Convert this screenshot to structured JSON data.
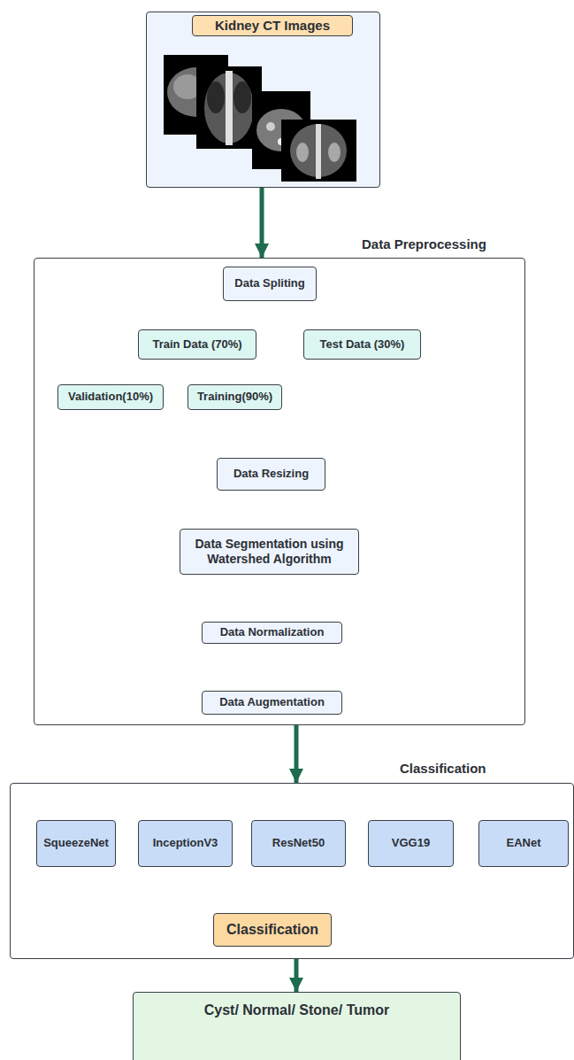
{
  "diagram": {
    "nodes": [
      {
        "text": [
          "Kidney CT Images"
        ]
      },
      {
        "text": [
          "Data Preprocessing"
        ]
      },
      {
        "text": [
          "Data Spliting"
        ],
        "in": 1
      },
      {
        "text": [
          "Train Data (70%)"
        ],
        "in": 1
      },
      {
        "text": [
          "Test Data (30%)"
        ],
        "in": 1
      },
      {
        "text": [
          "Validation(10%)"
        ],
        "in": 1
      },
      {
        "text": [
          "Training(90%)"
        ],
        "in": 1
      },
      {
        "text": [
          "Data Resizing"
        ],
        "in": 1
      },
      {
        "text": [
          "Data Segmentation using Watershed Algorithm"
        ],
        "in": 1
      },
      {
        "text": [
          "Data Normalization"
        ],
        "in": 1
      },
      {
        "text": [
          "Data Augmentation"
        ],
        "in": 1
      },
      {
        "text": [
          "Classification"
        ]
      },
      {
        "text": [
          "SqueezeNet"
        ],
        "in": 11
      },
      {
        "text": [
          "InceptionV3"
        ],
        "in": 11
      },
      {
        "text": [
          "ResNet50"
        ],
        "in": 11
      },
      {
        "text": [
          "VGG19"
        ],
        "in": 11
      },
      {
        "text": [
          "EANet"
        ],
        "in": 11
      },
      {
        "text": [
          "Classification"
        ],
        "in": 11
      },
      {
        "text": [
          "Cyst/ Normal/ Stone/ Tumor"
        ]
      }
    ],
    "edges": [
      {
        "from": 0,
        "to": 1,
        "arrow": "to"
      },
      {
        "from": 2,
        "to": 3,
        "arrow": "to"
      },
      {
        "from": 2,
        "to": 4,
        "arrow": "to"
      },
      {
        "from": 3,
        "to": 5,
        "arrow": "to"
      },
      {
        "from": 3,
        "to": 6,
        "arrow": "to"
      },
      {
        "from": 5,
        "to": 7,
        "arrow": "to"
      },
      {
        "from": 6,
        "to": 7,
        "arrow": "to"
      },
      {
        "from": 4,
        "to": 7,
        "arrow": "to"
      },
      {
        "from": 7,
        "to": 8,
        "arrow": "to"
      },
      {
        "from": 8,
        "to": 9,
        "arrow": "to"
      },
      {
        "from": 9,
        "to": 10,
        "arrow": "to"
      },
      {
        "from": 1,
        "to": 11,
        "arrow": "to"
      },
      {
        "from": 12,
        "to": 17,
        "arrow": "to"
      },
      {
        "from": 13,
        "to": 17,
        "arrow": "to"
      },
      {
        "from": 14,
        "to": 17,
        "arrow": "to"
      },
      {
        "from": 15,
        "to": 17,
        "arrow": "to"
      },
      {
        "from": 16,
        "to": 17,
        "arrow": "to"
      },
      {
        "from": 11,
        "to": 18,
        "arrow": "to"
      }
    ]
  }
}
